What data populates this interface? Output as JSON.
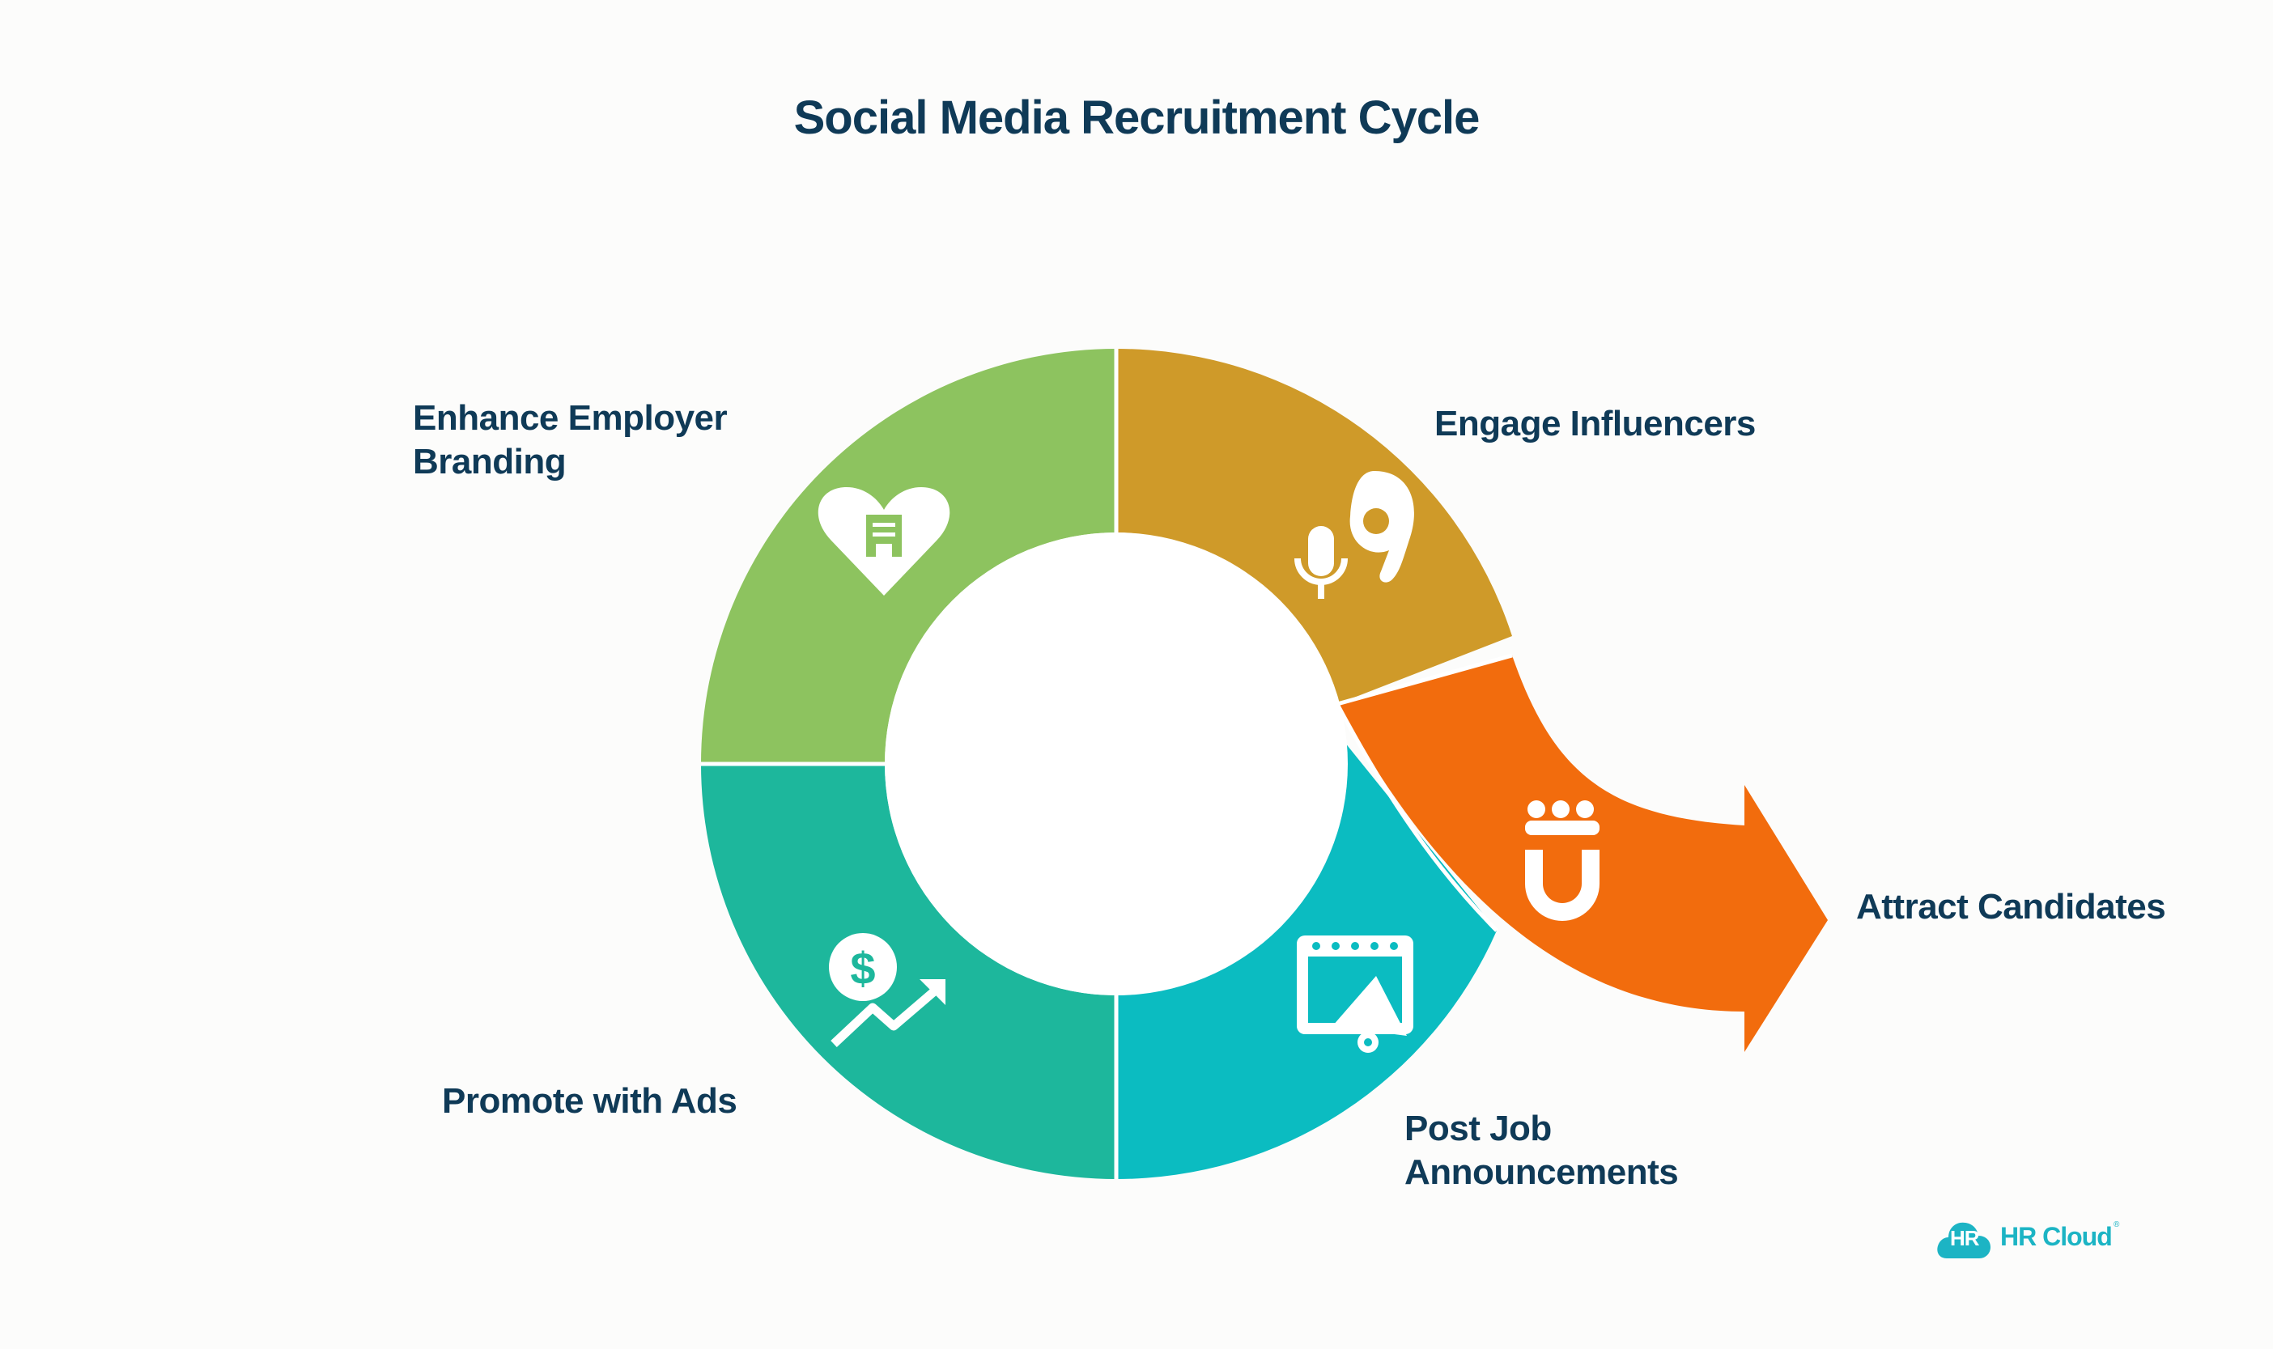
{
  "title": "Social Media Recruitment Cycle",
  "stages": {
    "branding": {
      "line1": "Enhance Employer",
      "line2": "Branding",
      "color": "#8dc35f",
      "icon": "heart-building-icon"
    },
    "influencers": {
      "line1": "Engage Influencers",
      "color": "#cf9a29",
      "icon": "microphone-speaker-icon"
    },
    "attract": {
      "line1": "Attract Candidates",
      "color": "#f26c0d",
      "icon": "people-magnet-icon"
    },
    "post": {
      "line1": "Post Job",
      "line2": "Announcements",
      "color": "#0bbcc1",
      "icon": "video-megaphone-icon"
    },
    "ads": {
      "line1": "Promote with Ads",
      "color": "#1db79c",
      "icon": "dollar-growth-icon"
    }
  },
  "logo": {
    "abbr": "HR",
    "name": "HR Cloud",
    "mark": "®"
  }
}
